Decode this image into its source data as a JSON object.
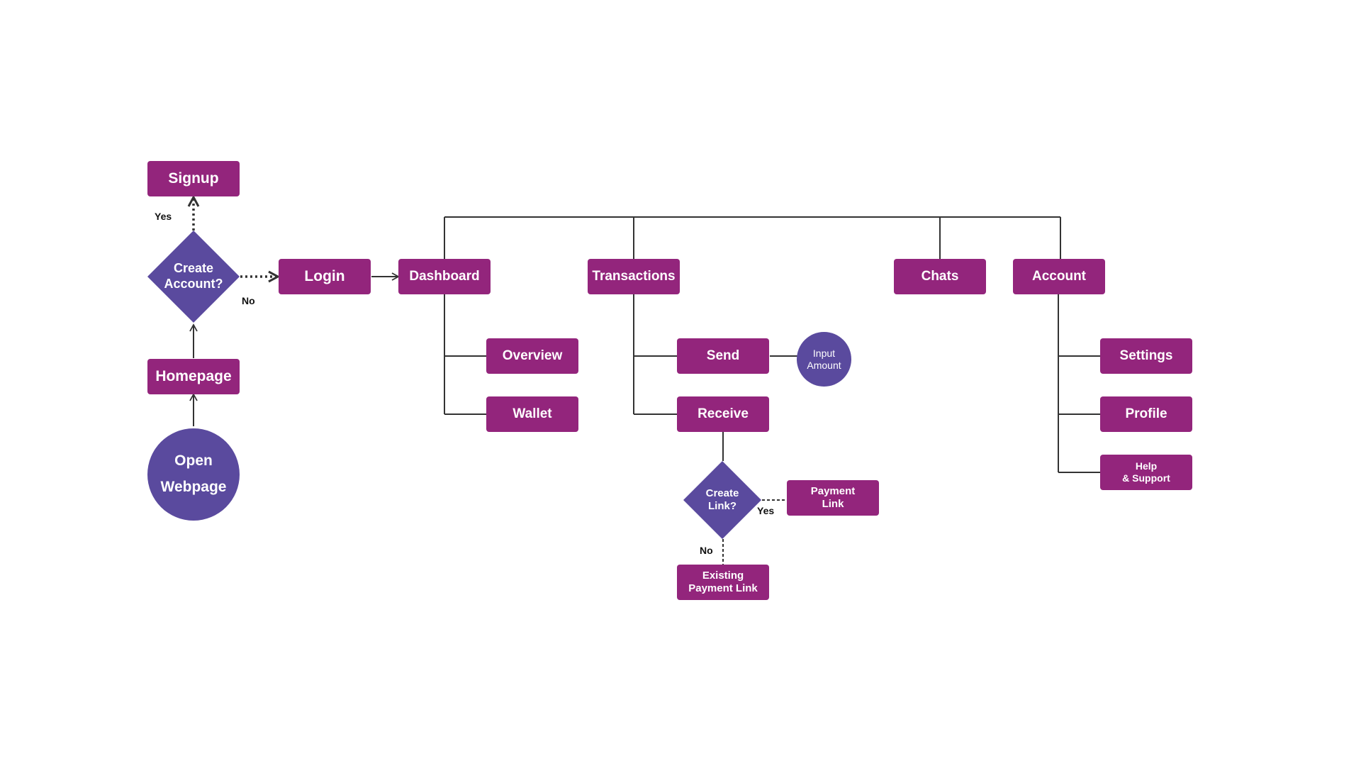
{
  "colors": {
    "rect_fill": "#93257c",
    "decision_fill": "#5a4a9e",
    "circle_fill": "#5a4a9e",
    "line": "#333333",
    "text": "#ffffff"
  },
  "nodes": {
    "open_webpage": "Open\nWebpage",
    "homepage": "Homepage",
    "create_account": "Create\nAccount?",
    "signup": "Signup",
    "login": "Login",
    "dashboard": "Dashboard",
    "overview": "Overview",
    "wallet": "Wallet",
    "transactions": "Transactions",
    "send": "Send",
    "input_amount": "Input\nAmount",
    "receive": "Receive",
    "create_link": "Create\nLink?",
    "payment_link": "Payment\nLink",
    "existing_payment_link": "Existing\nPayment Link",
    "chats": "Chats",
    "account": "Account",
    "settings": "Settings",
    "profile": "Profile",
    "help_support": "Help\n& Support"
  },
  "edge_labels": {
    "yes_signup": "Yes",
    "no_login": "No",
    "yes_payment": "Yes",
    "no_existing": "No"
  }
}
